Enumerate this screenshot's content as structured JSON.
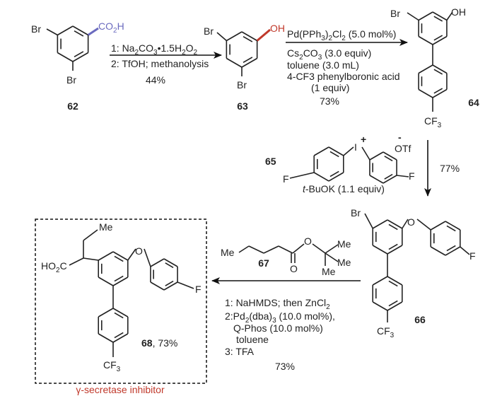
{
  "compounds": {
    "c62": {
      "label": "62",
      "sub1": "Br",
      "sub2": "Br",
      "sub3": "CO",
      "sub3b": "2",
      "sub3c": "H"
    },
    "c63": {
      "label": "63",
      "sub1": "Br",
      "sub2": "Br",
      "sub3": "OH"
    },
    "c64": {
      "label": "64",
      "sub1": "Br",
      "sub2": "OH",
      "cf3": "CF",
      "cf3sub": "3"
    },
    "c65": {
      "label": "65",
      "iodine": "I",
      "plus": "+",
      "minus": "-",
      "otf": "OTf",
      "f1": "F",
      "f2": "F"
    },
    "c66": {
      "label": "66",
      "br": "Br",
      "o": "O",
      "f": "F",
      "cf3": "CF",
      "cf3sub": "3"
    },
    "c67": {
      "label": "67",
      "me1": "Me",
      "me2": "Me",
      "me3": "Me",
      "me4": "Me",
      "o1": "O",
      "o2": "O"
    },
    "c68": {
      "label": "68",
      "yield": ", 73%",
      "me": "Me",
      "ho2c_a": "HO",
      "ho2c_b": "2",
      "ho2c_c": "C",
      "o": "O",
      "f": "F",
      "cf3": "CF",
      "cf3sub": "3",
      "caption": "γ-secretase inhibitor"
    }
  },
  "step1": {
    "l1a": "1: Na",
    "l1b": "2",
    "l1c": "CO",
    "l1d": "3",
    "l1e": "•1.5H",
    "l1f": "2",
    "l1g": "O",
    "l1h": "2",
    "l2": "2: TfOH; methanolysis",
    "yield": "44%"
  },
  "step2": {
    "a": "Pd(PPh",
    "b": "3",
    "c": ")",
    "d": "2",
    "e": "Cl",
    "f": "2",
    "g": " (5.0 mol%)",
    "l2a": "Cs",
    "l2b": "2",
    "l2c": "CO",
    "l2d": "3",
    "l2e": " (3.0 equiv)",
    "l3": "toluene (3.0 mL)",
    "l4": "4-CF3 phenylboronic acid",
    "l5": "(1 equiv)",
    "yield": "73%"
  },
  "step3": {
    "yield": "77%",
    "base_a": "t",
    "base_b": "-BuOK (1.1 equiv)"
  },
  "step4": {
    "l1a": "1: NaHMDS; then ZnCl",
    "l1b": "2",
    "l2a": "2:Pd",
    "l2b": "2",
    "l2c": "(dba)",
    "l2d": "3",
    "l2e": " (10.0 mol%),",
    "l3": "Q-Phos (10.0 mol%)",
    "l4": "toluene",
    "l5": "3: TFA",
    "yield": "73%"
  },
  "colors": {
    "co2h_bond": "#6b6bbf",
    "oh_bond": "#c0392b",
    "caption": "#c0392b"
  }
}
